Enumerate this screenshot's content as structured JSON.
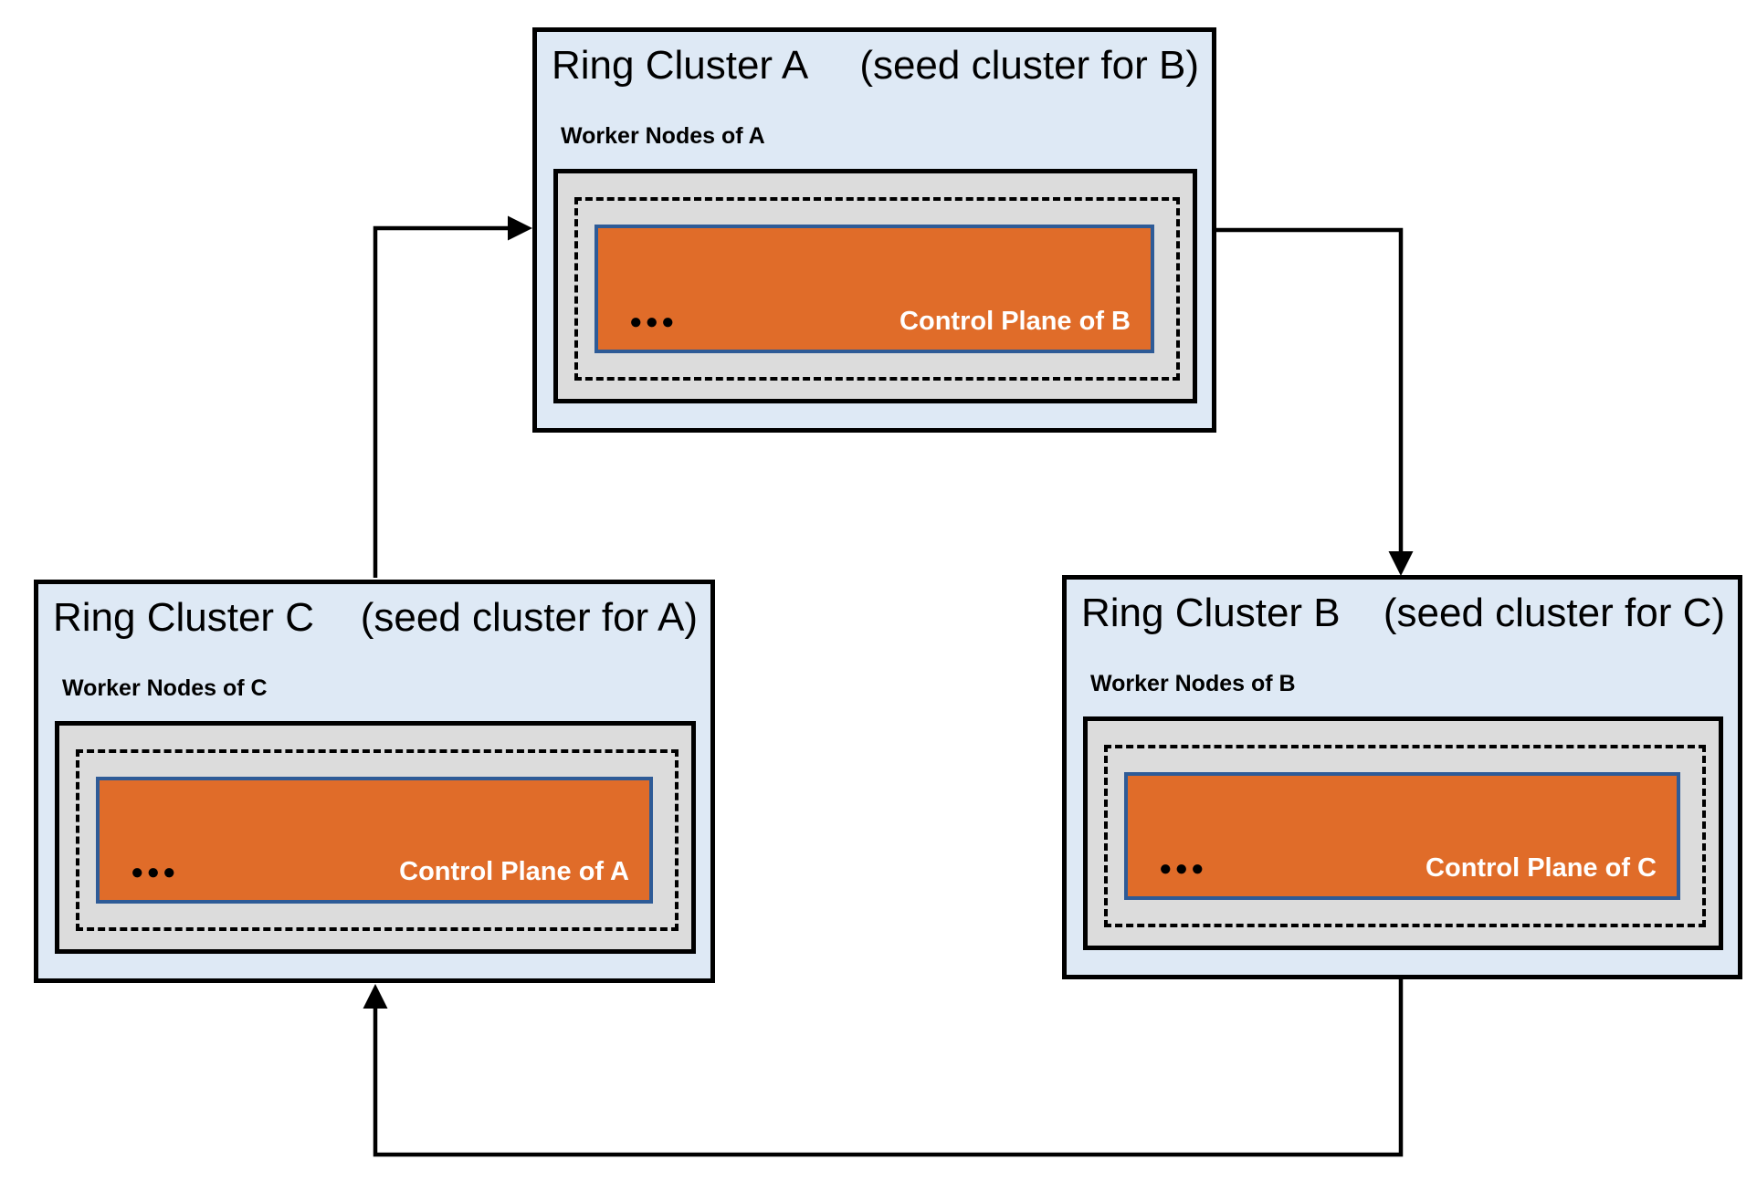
{
  "diagram": {
    "background": "#FFFFFF",
    "colors": {
      "cluster_fill": "#DEE9F5",
      "cluster_border": "#000000",
      "worker_fill": "#DCDCDC",
      "dashed_boundary": "#000000",
      "control_plane_fill": "#E06C29",
      "control_plane_border": "#2E5B97",
      "control_plane_text": "#FFFFFF",
      "arrow": "#000000"
    },
    "clusters": [
      {
        "id": "A",
        "title": "Ring Cluster A",
        "seed_note": "(seed cluster for B)",
        "worker_label": "Worker Nodes of A",
        "ellipsis": "●●●",
        "control_plane_label": "Control Plane of B"
      },
      {
        "id": "C",
        "title": "Ring Cluster C",
        "seed_note": "(seed cluster for A)",
        "worker_label": "Worker Nodes of C",
        "ellipsis": "●●●",
        "control_plane_label": "Control Plane of A"
      },
      {
        "id": "B",
        "title": "Ring Cluster B",
        "seed_note": "(seed cluster for C)",
        "worker_label": "Worker Nodes of B",
        "ellipsis": "●●●",
        "control_plane_label": "Control Plane of C"
      }
    ],
    "arrows": [
      {
        "name": "c-to-a",
        "from": "Ring Cluster C",
        "to": "Ring Cluster A"
      },
      {
        "name": "a-to-b",
        "from": "Ring Cluster A",
        "to": "Ring Cluster B"
      },
      {
        "name": "b-to-c",
        "from": "Ring Cluster B",
        "to": "Ring Cluster C"
      }
    ]
  }
}
